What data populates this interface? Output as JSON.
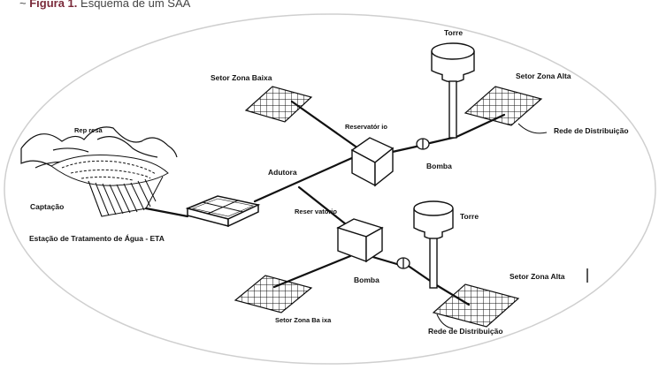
{
  "caption": {
    "prefix": "Figura 1.",
    "text": "Esquema de um SAA"
  },
  "labels": {
    "torre_top": "Torre",
    "setor_zona_alta_top": "Setor Zona Alta",
    "setor_zona_baixa_top": "Setor Zona Baixa",
    "reservatorio_top": "Reservatór io",
    "rede_distribuicao_top": "Rede de Distribuição",
    "bomba_top": "Bomba",
    "represa": "Rep resa",
    "adutora": "Adutora",
    "captacao": "Captação",
    "reservatorio_bottom": "Reser vatório",
    "torre_bottom": "Torre",
    "eta": "Estação de Tratamento de Água - ETA",
    "setor_zona_alta_bottom": "Setor Zona Alta",
    "bomba_bottom": "Bomba",
    "setor_zona_baixa_bottom": "Setor Zona Ba ixa",
    "rede_distribuicao_bottom": "Rede de Distribuição"
  },
  "colors": {
    "ink": "#111111",
    "caption_accent": "#7a2a3a",
    "ellipse": "#cfcfcf"
  }
}
